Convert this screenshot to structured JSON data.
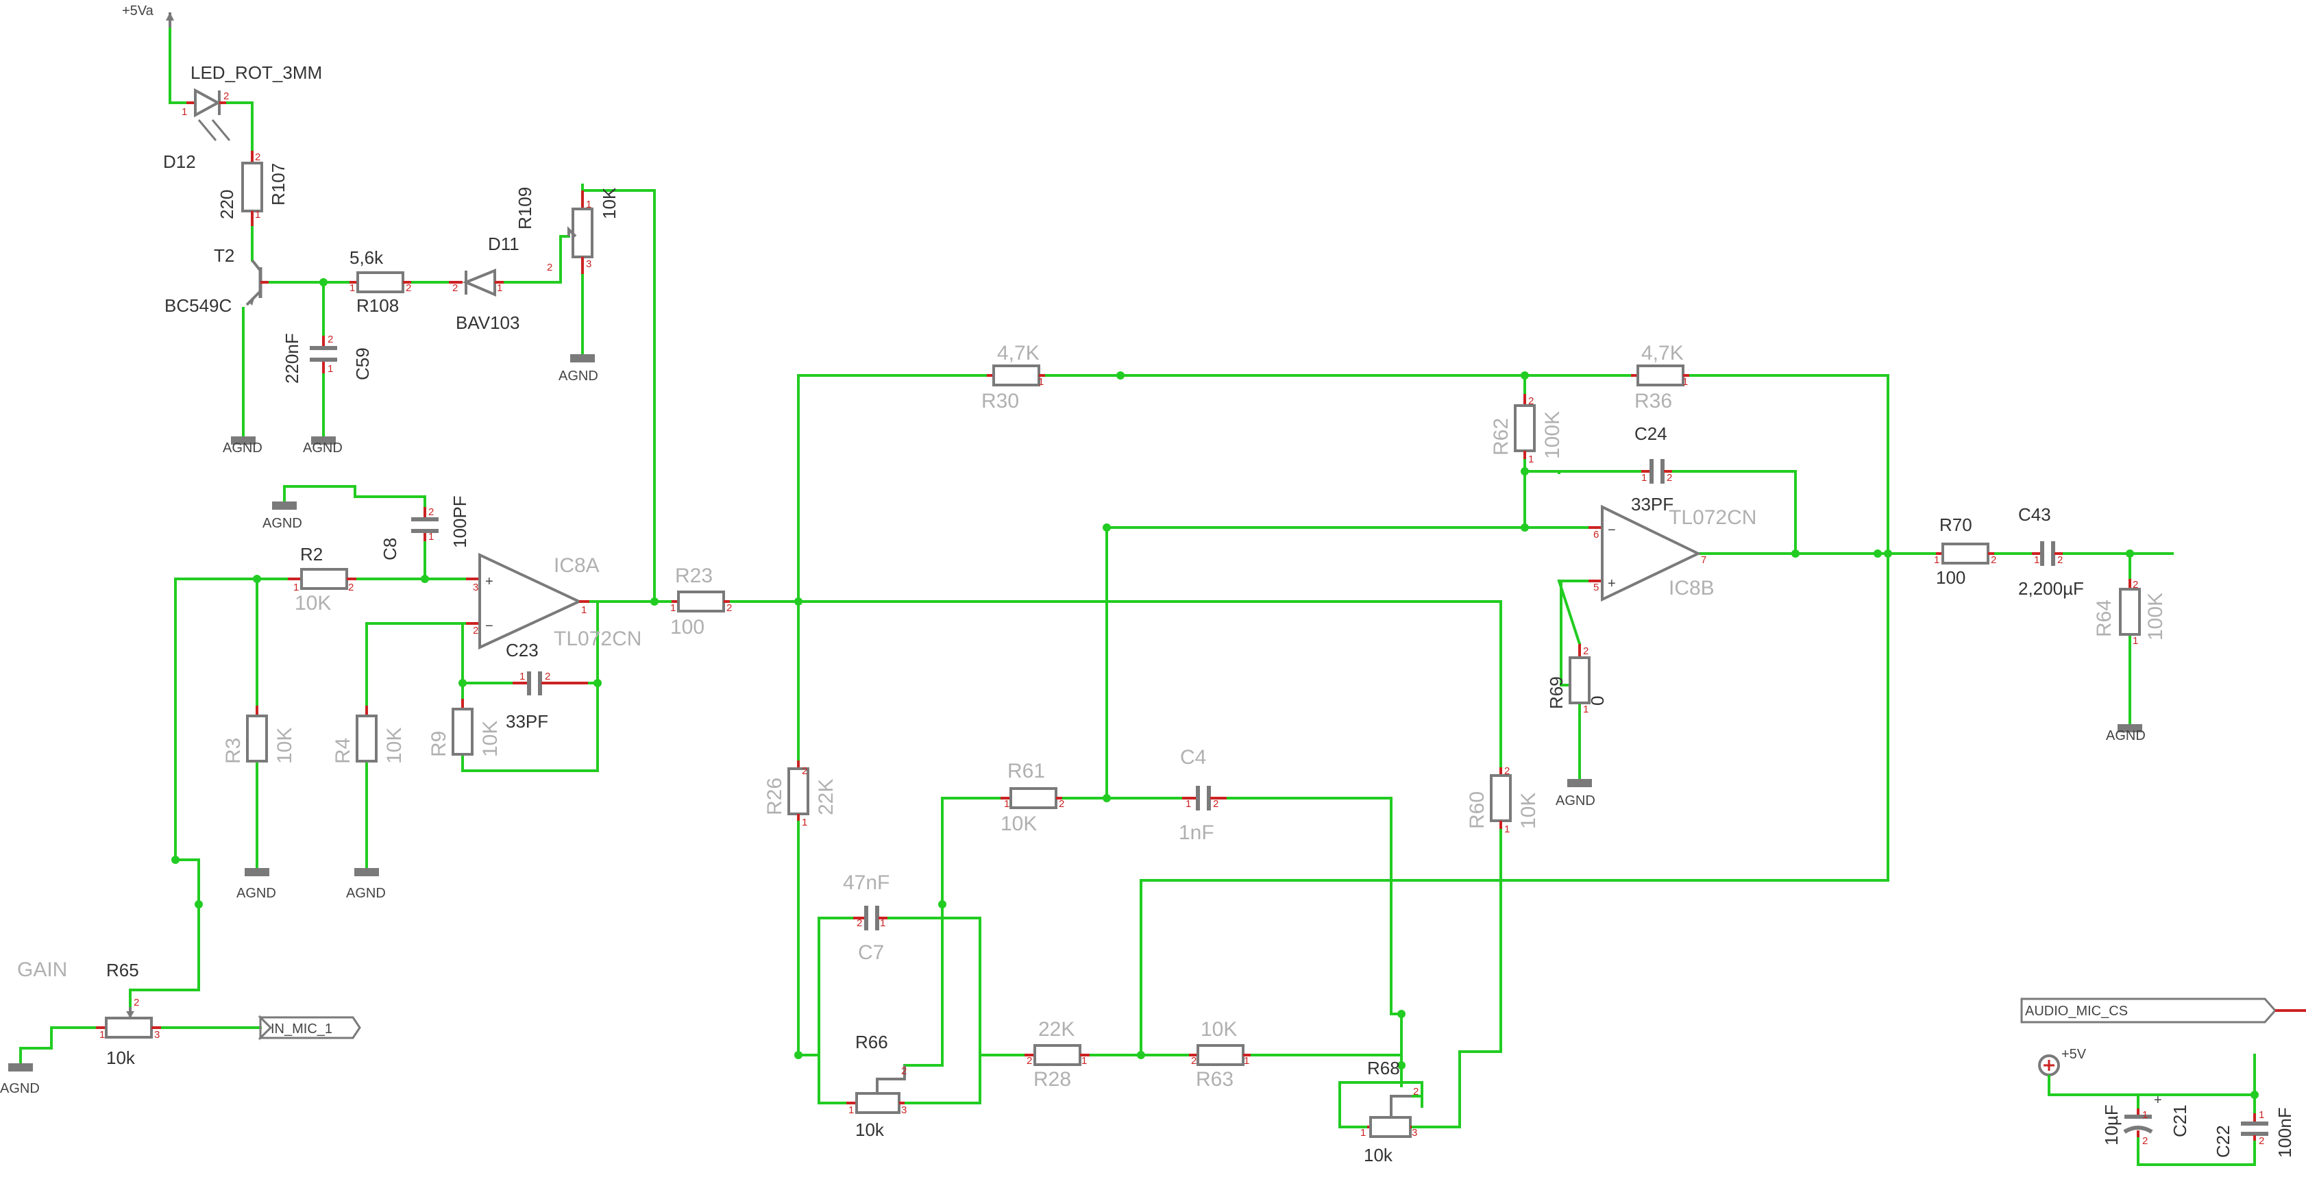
{
  "power": {
    "plus5va": "+5Va",
    "plus5v": "+5V",
    "agnd": "AGND"
  },
  "labels": {
    "gain": "GAIN",
    "in_mic": "IN_MIC_1",
    "audio_mic_cs": "AUDIO_MIC_CS"
  },
  "parts": {
    "d12": {
      "name": "D12",
      "value": "LED_ROT_3MM"
    },
    "r107": {
      "name": "R107",
      "value": "220"
    },
    "t2": {
      "name": "T2",
      "value": "BC549C"
    },
    "r108": {
      "name": "R108",
      "value": "5,6k"
    },
    "d11": {
      "name": "D11",
      "value": "BAV103"
    },
    "r109": {
      "name": "R109",
      "value": "10K"
    },
    "c59": {
      "name": "C59",
      "value": "220nF"
    },
    "c8": {
      "name": "C8",
      "value": "100PF"
    },
    "r2": {
      "name": "R2",
      "value": "10K"
    },
    "ic8a": {
      "name": "IC8A",
      "value": "TL072CN"
    },
    "c23": {
      "name": "C23",
      "value": "33PF"
    },
    "r3": {
      "name": "R3",
      "value": "10K"
    },
    "r4": {
      "name": "R4",
      "value": "10K"
    },
    "r9": {
      "name": "R9",
      "value": "10K"
    },
    "r23": {
      "name": "R23",
      "value": "100"
    },
    "r30": {
      "name": "R30",
      "value": "4,7K"
    },
    "r36": {
      "name": "R36",
      "value": "4,7K"
    },
    "r62": {
      "name": "R62",
      "value": "100K"
    },
    "c24": {
      "name": "C24",
      "value": "33PF"
    },
    "ic8b": {
      "name": "IC8B",
      "value": "TL072CN"
    },
    "r69": {
      "name": "R69",
      "value": "0"
    },
    "r70": {
      "name": "R70",
      "value": "100"
    },
    "c43": {
      "name": "C43",
      "value": "2,200µF"
    },
    "r64": {
      "name": "R64",
      "value": "100K"
    },
    "r26": {
      "name": "R26",
      "value": "22K"
    },
    "r61": {
      "name": "R61",
      "value": "10K"
    },
    "c4": {
      "name": "C4",
      "value": "1nF"
    },
    "r60": {
      "name": "R60",
      "value": "10K"
    },
    "c7": {
      "name": "C7",
      "value": "47nF"
    },
    "r66": {
      "name": "R66",
      "value": "10k"
    },
    "r28": {
      "name": "R28",
      "value": "22K"
    },
    "r63": {
      "name": "R63",
      "value": "10K"
    },
    "r68": {
      "name": "R68",
      "value": "10k"
    },
    "r65": {
      "name": "R65",
      "value": "10k"
    },
    "c21": {
      "name": "C21",
      "value": "10µF"
    },
    "c22": {
      "name": "C22",
      "value": "100nF"
    }
  },
  "colors": {
    "wire": "#22cc22",
    "pin": "#cc2222",
    "symbol": "#7a7a7a"
  }
}
